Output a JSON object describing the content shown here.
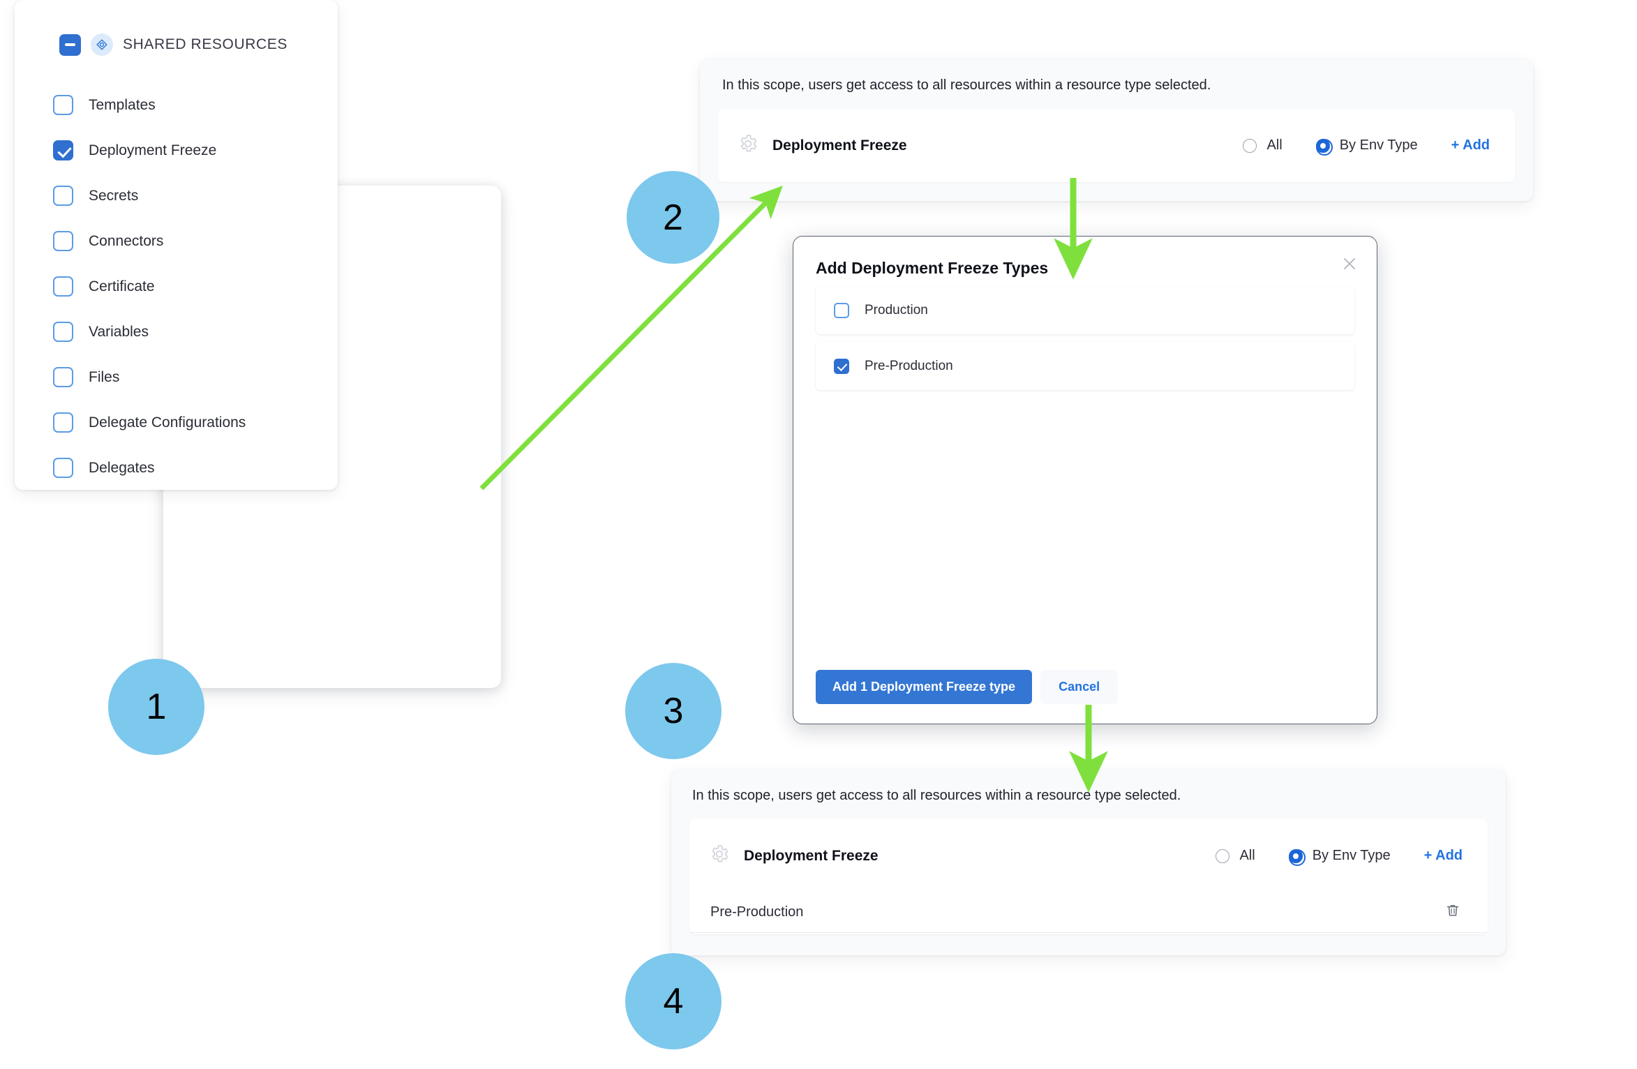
{
  "steps": [
    {
      "number": "1"
    },
    {
      "number": "2"
    },
    {
      "number": "3"
    },
    {
      "number": "4"
    }
  ],
  "resource_panel": {
    "header_title": "SHARED RESOURCES",
    "header_checkbox_state": "indeterminate",
    "header_icon": "diamond-icon",
    "items": [
      {
        "label": "Templates",
        "checked": false
      },
      {
        "label": "Deployment Freeze",
        "checked": true
      },
      {
        "label": "Secrets",
        "checked": false
      },
      {
        "label": "Connectors",
        "checked": false
      },
      {
        "label": "Certificate",
        "checked": false
      },
      {
        "label": "Variables",
        "checked": false
      },
      {
        "label": "Files",
        "checked": false
      },
      {
        "label": "Delegate Configurations",
        "checked": false
      },
      {
        "label": "Delegates",
        "checked": false
      }
    ]
  },
  "scope_top": {
    "note": "In this scope, users get access to all resources within a resource type selected.",
    "resource_icon": "gear-icon",
    "resource_name": "Deployment Freeze",
    "radio_all_label": "All",
    "radio_env_label": "By Env Type",
    "selected_radio": "By Env Type",
    "add_label": "+ Add"
  },
  "modal": {
    "title": "Add Deployment Freeze Types",
    "close_icon": "close-icon",
    "options": [
      {
        "label": "Production",
        "checked": false
      },
      {
        "label": "Pre-Production",
        "checked": true
      }
    ],
    "primary_button": "Add 1 Deployment Freeze type",
    "secondary_button": "Cancel"
  },
  "scope_bottom": {
    "note": "In this scope, users get access to all resources within a resource type selected.",
    "resource_icon": "gear-icon",
    "resource_name": "Deployment Freeze",
    "radio_all_label": "All",
    "radio_env_label": "By Env Type",
    "selected_radio": "By Env Type",
    "add_label": "+ Add",
    "assigned": [
      {
        "label": "Pre-Production",
        "delete_icon": "trash-icon"
      }
    ]
  },
  "colors": {
    "badge": "#7DC8ED",
    "arrow": "#7FE03D",
    "accent_blue": "#2F6FD0",
    "link_blue": "#2272E0",
    "panel_bg": "#F8FAFC"
  }
}
